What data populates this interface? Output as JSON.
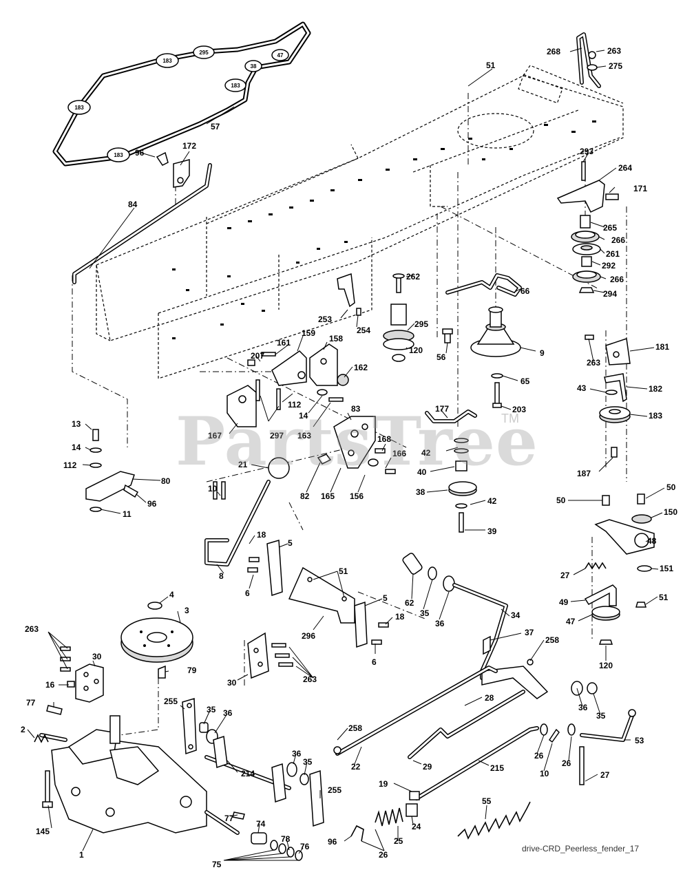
{
  "diagram": {
    "watermark": "PartsTree",
    "watermark_tm": "TM",
    "caption": "drive-CRD_Peerless_fender_17",
    "belt_pulley_labels": [
      "183",
      "295",
      "47",
      "38",
      "183",
      "183",
      "183"
    ],
    "callouts": {
      "c57": "57",
      "c96a": "96",
      "c172": "172",
      "c84": "84",
      "c51a": "51",
      "c268": "268",
      "c263a": "263",
      "c275": "275",
      "c293": "293",
      "c264": "264",
      "c171": "171",
      "c265": "265",
      "c266a": "266",
      "c261": "261",
      "c292": "292",
      "c266b": "266",
      "c294": "294",
      "c262": "262",
      "c66": "66",
      "c295": "295",
      "c253": "253",
      "c254": "254",
      "c120a": "120",
      "c56": "56",
      "c9": "9",
      "c159": "159",
      "c158": "158",
      "c161": "161",
      "c207": "207",
      "c162": "162",
      "c65": "65",
      "c203": "203",
      "c263b": "263",
      "c181": "181",
      "c43": "43",
      "c182": "182",
      "c183": "183",
      "c187": "187",
      "c112a": "112",
      "c14a": "14",
      "c163": "163",
      "c83": "83",
      "c177": "177",
      "c167": "167",
      "c297": "297",
      "c168": "168",
      "c166": "166",
      "c42a": "42",
      "c40": "40",
      "c13": "13",
      "c14b": "14",
      "c112b": "112",
      "c80": "80",
      "c96b": "96",
      "c11": "11",
      "c21": "21",
      "c82": "82",
      "c165": "165",
      "c156": "156",
      "c38": "38",
      "c42b": "42",
      "c39": "39",
      "c50a": "50",
      "c50b": "50",
      "c150": "150",
      "c48": "48",
      "c27a": "27",
      "c151": "151",
      "c49": "49",
      "c51b": "51",
      "c47": "47",
      "c120b": "120",
      "c10a": "10",
      "c18a": "18",
      "c5a": "5",
      "c8": "8",
      "c6a": "6",
      "c51c": "51",
      "c62": "62",
      "c35a": "35",
      "c36a": "36",
      "c34": "34",
      "c37": "37",
      "c258a": "258",
      "c4": "4",
      "c3": "3",
      "c263c": "263",
      "c30a": "30",
      "c16": "16",
      "c79": "79",
      "c296": "296",
      "c5b": "5",
      "c18b": "18",
      "c6b": "6",
      "c30b": "30",
      "c263d": "263",
      "c77a": "77",
      "c255a": "255",
      "c35b": "35",
      "c36b": "36",
      "c28": "28",
      "c36c": "36",
      "c35c": "35",
      "c2": "2",
      "c214": "214",
      "c36d": "36",
      "c35d": "35",
      "c258b": "258",
      "c22": "22",
      "c29": "29",
      "c26a": "26",
      "c10b": "10",
      "c26b": "26",
      "c53": "53",
      "c215": "215",
      "c255b": "255",
      "c19": "19",
      "c27b": "27",
      "c145": "145",
      "c77b": "77",
      "c74": "74",
      "c24": "24",
      "c55": "55",
      "c1": "1",
      "c78": "78",
      "c76": "76",
      "c96c": "96",
      "c25": "25",
      "c26c": "26",
      "c75": "75"
    }
  }
}
